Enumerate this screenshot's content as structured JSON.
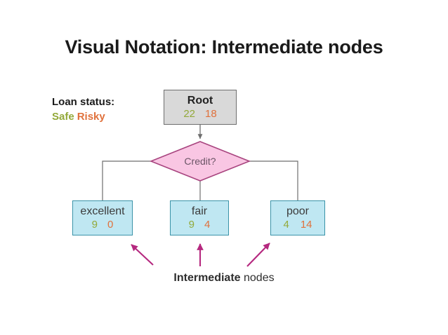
{
  "slide": {
    "title": "Visual Notation: Intermediate nodes",
    "background_color": "#ffffff"
  },
  "legend": {
    "title": "Loan status:",
    "safe_label": "Safe",
    "risky_label": "Risky",
    "safe_color": "#93a93a",
    "risky_color": "#e0713c"
  },
  "tree": {
    "root": {
      "label": "Root",
      "safe_count": "22",
      "risky_count": "18",
      "fill_color": "#d9d9d9",
      "border_color": "#6e6e6e"
    },
    "decision": {
      "label": "Credit?",
      "fill_color": "#f9c6e3",
      "border_color": "#a8447f",
      "text_color": "#6b5566"
    },
    "leaves": [
      {
        "label": "excellent",
        "safe_count": "9",
        "risky_count": "0",
        "fill_color": "#bfe7f2",
        "border_color": "#3a93a8"
      },
      {
        "label": "fair",
        "safe_count": "9",
        "risky_count": "4",
        "fill_color": "#bfe7f2",
        "border_color": "#3a93a8"
      },
      {
        "label": "poor",
        "safe_count": "4",
        "risky_count": "14",
        "fill_color": "#bfe7f2",
        "border_color": "#3a93a8"
      }
    ],
    "edge_color": "#6e6e6e"
  },
  "annotation": {
    "caption_strong": "Intermediate",
    "caption_plain": " nodes",
    "arrow_color": "#b5287f"
  }
}
